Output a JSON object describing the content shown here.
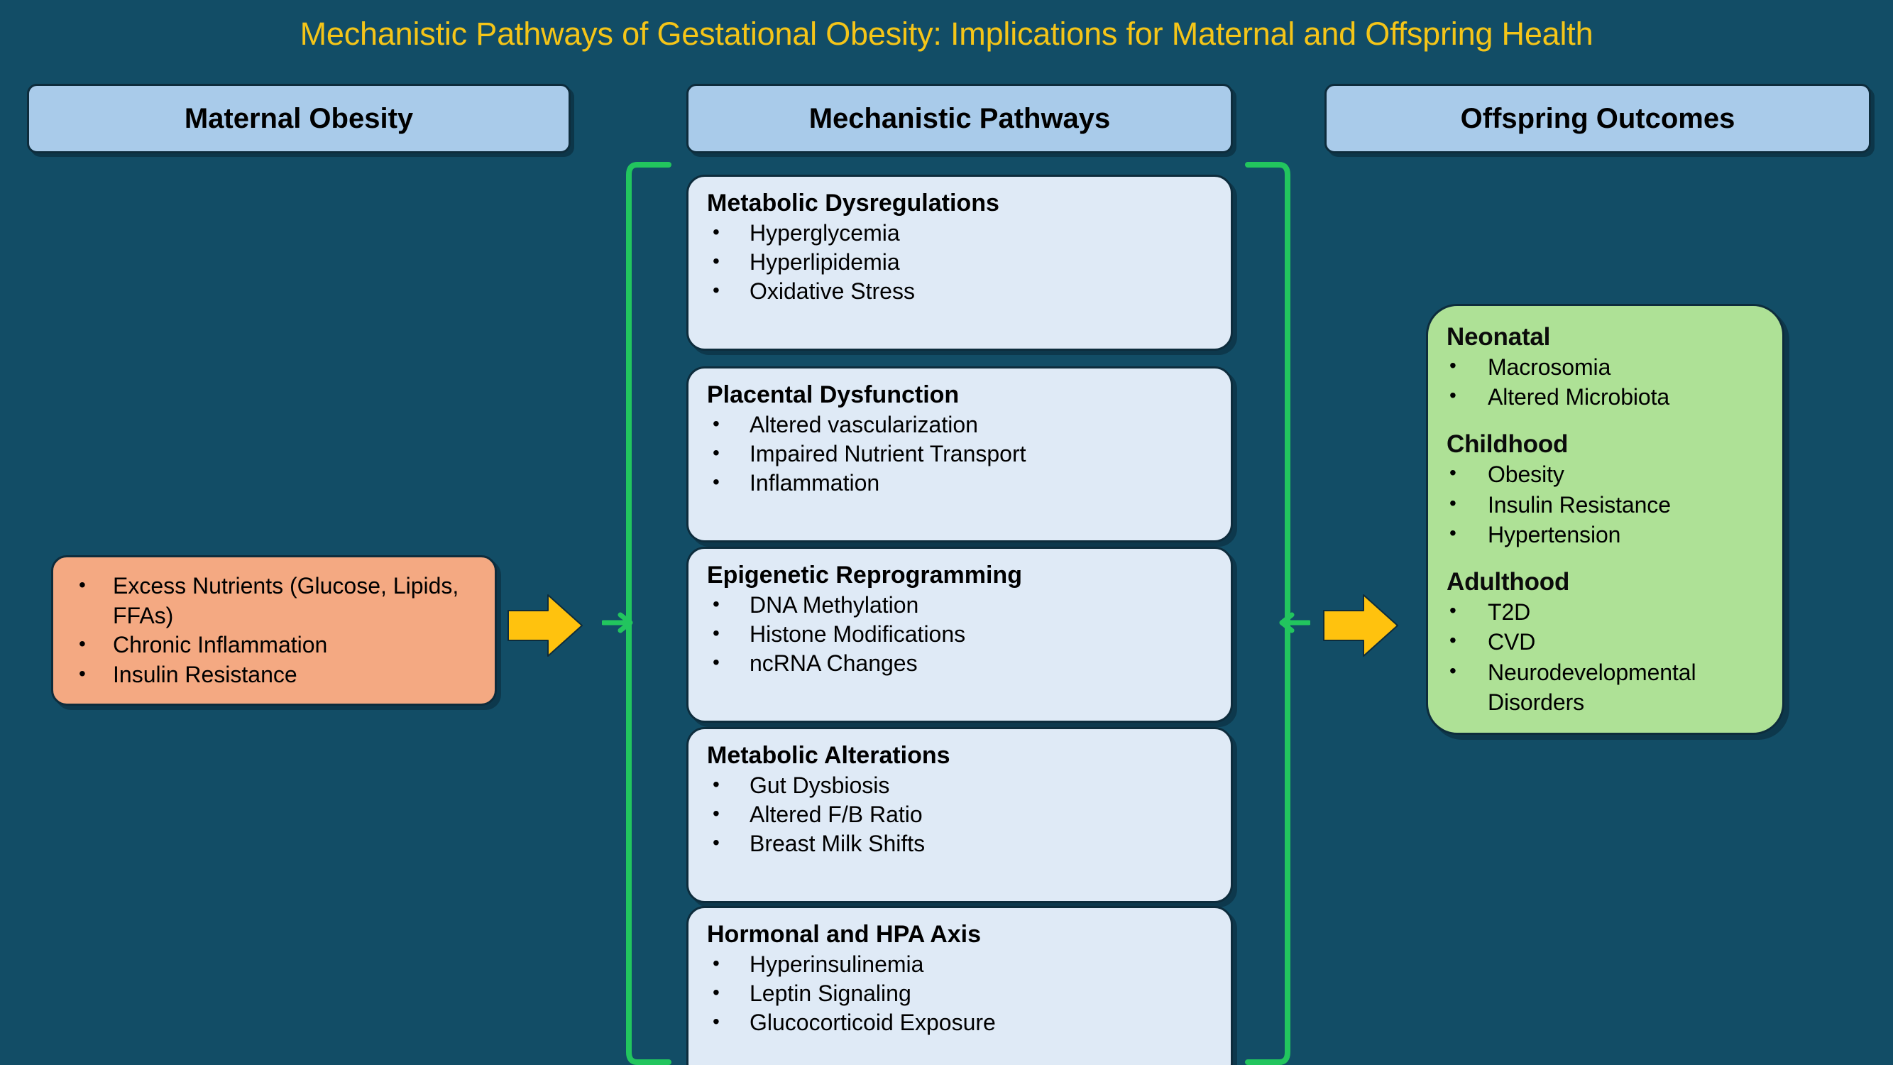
{
  "title": "Mechanistic Pathways of Gestational Obesity: Implications for Maternal and Offspring Health",
  "colors": {
    "background": "#124D66",
    "title_text": "#F5C518",
    "header_box": "#A9CBEA",
    "maternal_box": "#F4A982",
    "pathway_box": "#DFEAF6",
    "offspring_box": "#AEE196",
    "arrow": "#FFC20E",
    "bracket": "#22C55E",
    "outline": "#0D2C3C"
  },
  "columns": {
    "maternal": {
      "header": "Maternal Obesity"
    },
    "pathways": {
      "header": "Mechanistic Pathways"
    },
    "offspring": {
      "header": "Offspring Outcomes"
    }
  },
  "maternal_card": {
    "bullets": [
      "Excess Nutrients (Glucose, Lipids, FFAs)",
      "Chronic Inflammation",
      "Insulin Resistance"
    ]
  },
  "pathway_cards": [
    {
      "title": "Metabolic Dysregulations",
      "bullets": [
        "Hyperglycemia",
        "Hyperlipidemia",
        "Oxidative Stress"
      ]
    },
    {
      "title": "Placental Dysfunction",
      "bullets": [
        "Altered vascularization",
        "Impaired Nutrient Transport",
        "Inflammation"
      ]
    },
    {
      "title": "Epigenetic Reprogramming",
      "bullets": [
        "DNA Methylation",
        "Histone Modifications",
        "ncRNA Changes"
      ]
    },
    {
      "title": "Metabolic Alterations",
      "bullets": [
        "Gut Dysbiosis",
        "Altered F/B Ratio",
        "Breast Milk Shifts"
      ]
    },
    {
      "title": "Hormonal and HPA Axis",
      "bullets": [
        "Hyperinsulinemia",
        "Leptin Signaling",
        "Glucocorticoid Exposure"
      ]
    }
  ],
  "offspring_groups": [
    {
      "title": "Neonatal",
      "bullets": [
        "Macrosomia",
        "Altered Microbiota"
      ]
    },
    {
      "title": "Childhood",
      "bullets": [
        "Obesity",
        "Insulin Resistance",
        "Hypertension"
      ]
    },
    {
      "title": "Adulthood",
      "bullets": [
        "T2D",
        "CVD",
        "Neurodevelopmental Disorders"
      ]
    }
  ],
  "connectors": {
    "arrow_left_name": "arrow-maternal-to-pathways",
    "arrow_right_name": "arrow-pathways-to-offspring",
    "bracket_left_name": "bracket-pathways-left",
    "bracket_right_name": "bracket-pathways-right",
    "bullet_glyph": "•"
  }
}
